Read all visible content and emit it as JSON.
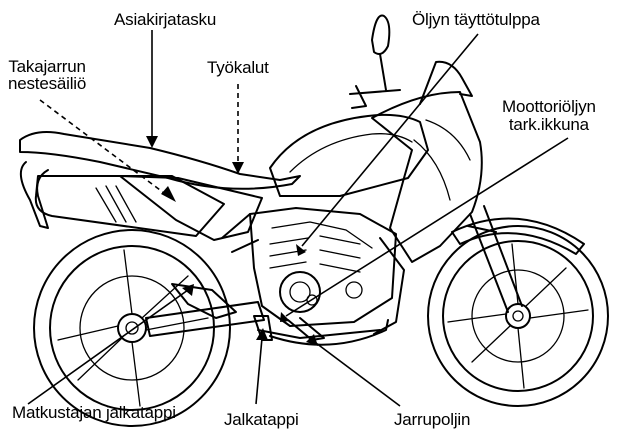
{
  "labels": {
    "document_pouch": "Asiakirjatasku",
    "rear_brake_reservoir": "Takajarrun\nnestesäiliö",
    "tools": "Työkalut",
    "oil_filler_cap": "Öljyn täyttötulppa",
    "oil_level_window": "Moottoriöljyn\ntark.ikkuna",
    "passenger_footpeg": "Matkustajan jalkatappi",
    "footpeg": "Jalkatappi",
    "brake_pedal": "Jarrupoljin"
  },
  "colors": {
    "ink": "#000000",
    "background": "#ffffff"
  }
}
